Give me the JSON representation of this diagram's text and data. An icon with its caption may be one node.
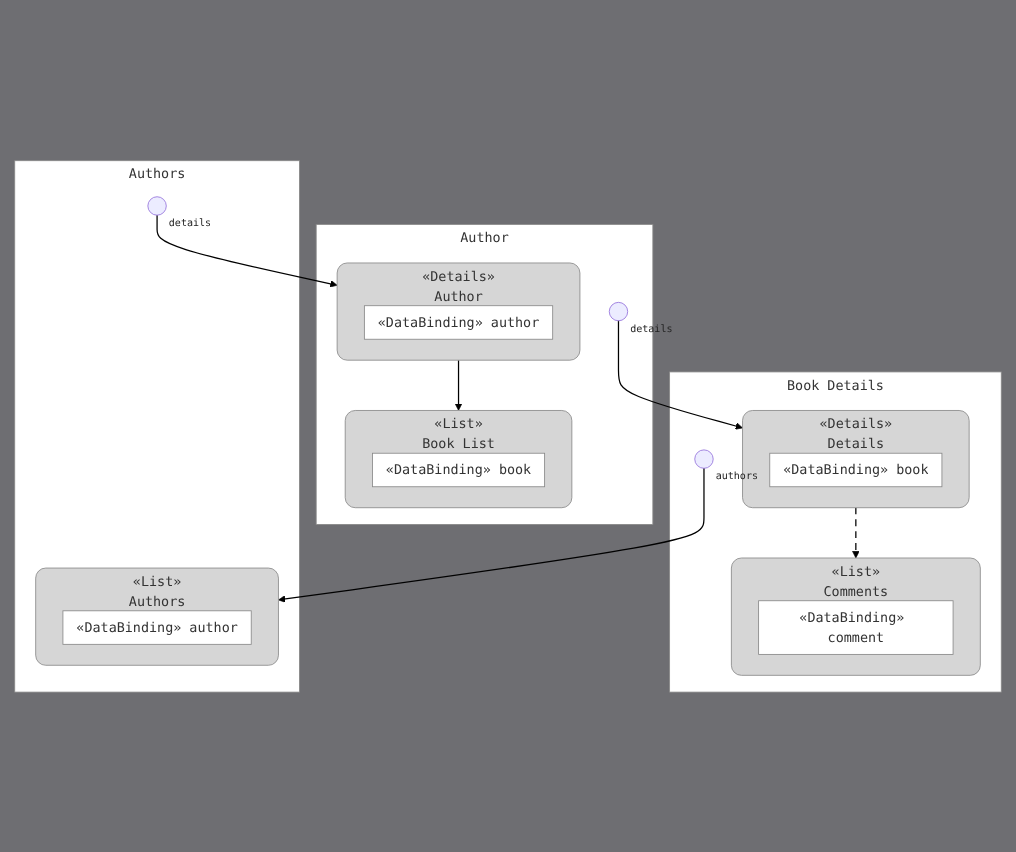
{
  "diagram": {
    "nodes": [
      {
        "text": [
          "Book Details"
        ]
      },
      {
        "text": [
          "«Details»",
          "Details"
        ],
        "in": 0
      },
      {
        "text": [
          "«DataBinding» book"
        ],
        "in": 1
      },
      {
        "text": [],
        "shape": "circle",
        "beside": [
          "authors"
        ],
        "in": 0
      },
      {
        "text": [
          "«List»",
          "Comments"
        ],
        "in": 0
      },
      {
        "text": [
          "«DataBinding» comment"
        ],
        "in": 4
      },
      {
        "text": [
          "Author"
        ]
      },
      {
        "text": [
          "«List»",
          "Book List"
        ],
        "in": 6
      },
      {
        "text": [
          "«DataBinding» book"
        ],
        "in": 7
      },
      {
        "text": [],
        "shape": "circle",
        "beside": [
          "details"
        ],
        "in": 6
      },
      {
        "text": [
          "«Details»",
          "Author"
        ],
        "in": 6
      },
      {
        "text": [
          "«DataBinding» author"
        ],
        "in": 10
      },
      {
        "text": [
          "Authors"
        ]
      },
      {
        "text": [
          "«List»",
          "Authors"
        ],
        "in": 12
      },
      {
        "text": [
          "«DataBinding» author"
        ],
        "in": 13
      },
      {
        "text": [],
        "shape": "circle",
        "beside": [
          "details"
        ],
        "in": 12
      }
    ],
    "edges": [
      {
        "from": 1,
        "to": 4,
        "arrow": "to",
        "style": "dashed"
      },
      {
        "from": 3,
        "to": 13,
        "arrow": "to"
      },
      {
        "from": 9,
        "to": 1,
        "arrow": "to"
      },
      {
        "from": 15,
        "to": 10,
        "arrow": "to"
      },
      {
        "from": 10,
        "to": 7,
        "arrow": "to"
      }
    ]
  }
}
